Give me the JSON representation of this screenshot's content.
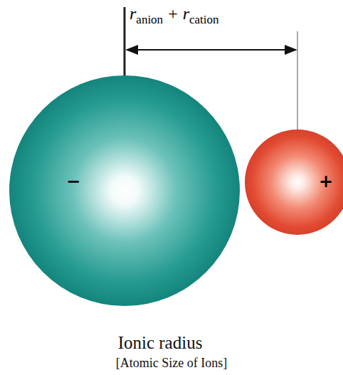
{
  "diagram": {
    "caption": "Ionic radius",
    "nodes": [
      {
        "text": [
          "−"
        ]
      },
      {
        "text": [
          "+"
        ]
      }
    ],
    "labels": [
      "r",
      "anion",
      "+",
      "r",
      "cation",
      "[Atomic Size of Ions]"
    ]
  }
}
